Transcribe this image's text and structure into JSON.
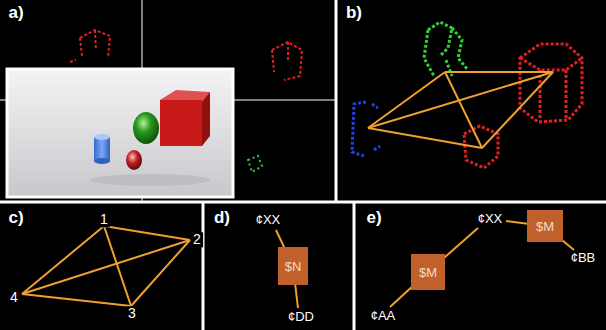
{
  "diagram": {
    "nodes": [
      {
        "text": [
          "$N"
        ]
      },
      {
        "text": [
          "$M"
        ]
      },
      {
        "text": [
          "$M"
        ]
      }
    ],
    "labels": [
      "a)",
      "b)",
      "c)",
      "d)",
      "e)",
      "1",
      "2",
      "3",
      "4",
      "¢XX",
      "¢DD",
      "¢AA",
      "¢XX",
      "¢BB"
    ]
  }
}
